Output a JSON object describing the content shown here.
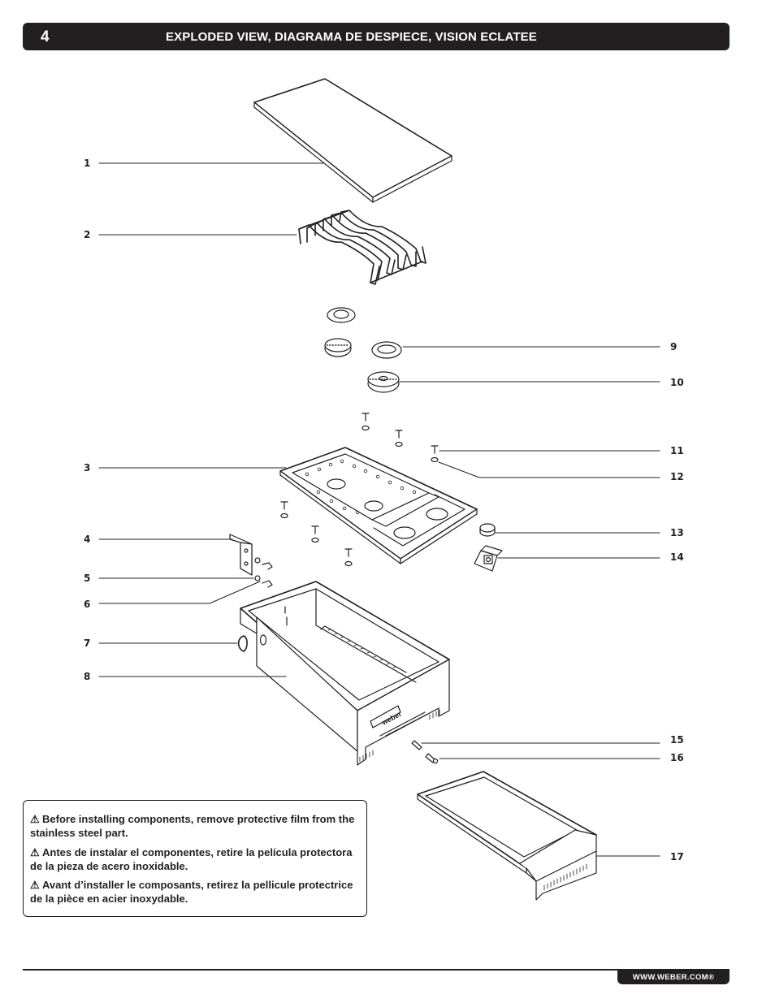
{
  "header": {
    "page_number": "4",
    "title": "EXPLODED VIEW,  DIAGRAMA DE DESPIECE,  VISION ECLATEE"
  },
  "callouts": {
    "c1": "1",
    "c2": "2",
    "c3": "3",
    "c4": "4",
    "c5": "5",
    "c6": "6",
    "c7": "7",
    "c8": "8",
    "c9": "9",
    "c10": "10",
    "c11": "11",
    "c12": "12",
    "c13": "13",
    "c14": "14",
    "c15": "15",
    "c16": "16",
    "c17": "17"
  },
  "drawing": {
    "brand_mark": "weber"
  },
  "warnings": [
    {
      "icon": "warning-triangle-icon",
      "text": "Before installing components, remove protective film from the stainless steel part."
    },
    {
      "icon": "warning-triangle-icon",
      "text": "Antes de instalar el componentes, retire la película protectora de la pieza de acero inoxidable."
    },
    {
      "icon": "warning-triangle-icon",
      "text": "Avant d’installer le composants,  retirez la pellicule protectrice de la pièce en acier inoxydable."
    }
  ],
  "footer": {
    "url": "WWW.WEBER.COM®"
  }
}
